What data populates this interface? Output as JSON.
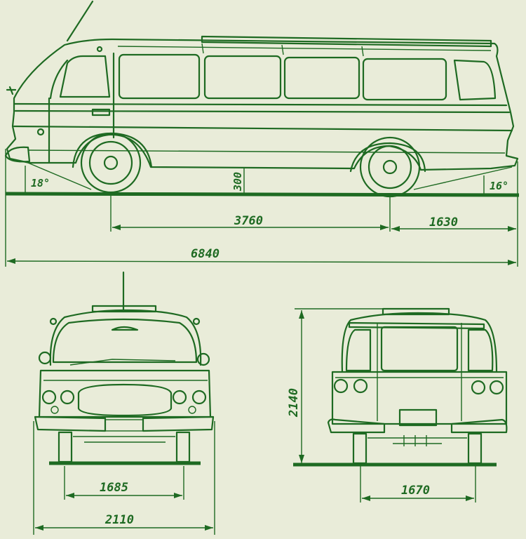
{
  "dimensions": {
    "wheelbase": "3760",
    "rear_overhang": "1630",
    "overall_length": "6840",
    "ground_clearance": "300",
    "front_angle": "18°",
    "rear_angle": "16°",
    "front_track": "1685",
    "overall_width": "2110",
    "rear_track": "1670",
    "overall_height": "2140"
  },
  "colors": {
    "ink": "#1e6a22",
    "paper": "#e9ecd9"
  }
}
